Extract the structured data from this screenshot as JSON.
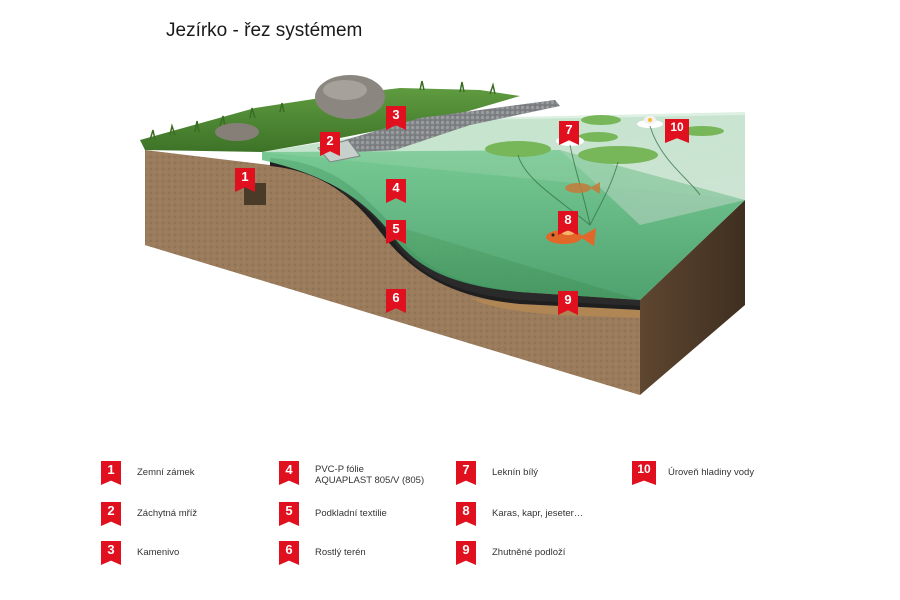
{
  "title": "Jezírko - řez systémem",
  "colors": {
    "marker_red": "#e0101e",
    "soil": "#8b6a4a",
    "water": "#4fb074",
    "grass": "#4d8a35",
    "gravel": "#8a8d8f",
    "sand": "#b08654"
  },
  "markers": [
    "1",
    "2",
    "3",
    "4",
    "5",
    "6",
    "7",
    "8",
    "9",
    "10"
  ],
  "legend": [
    {
      "num": "1",
      "lines": [
        "Zemní zámek"
      ]
    },
    {
      "num": "2",
      "lines": [
        "Záchytná mříž"
      ]
    },
    {
      "num": "3",
      "lines": [
        "Kamenivo"
      ]
    },
    {
      "num": "4",
      "lines": [
        "PVC-P fólie",
        "AQUAPLAST 805/V (805)"
      ]
    },
    {
      "num": "5",
      "lines": [
        "Podkladní textilie"
      ]
    },
    {
      "num": "6",
      "lines": [
        "Rostlý terén"
      ]
    },
    {
      "num": "7",
      "lines": [
        "Leknín bílý"
      ]
    },
    {
      "num": "8",
      "lines": [
        "Karas, kapr, jeseter…"
      ]
    },
    {
      "num": "9",
      "lines": [
        "Zhutněné podloží"
      ]
    },
    {
      "num": "10",
      "lines": [
        "Úroveň hladiny vody"
      ]
    }
  ]
}
